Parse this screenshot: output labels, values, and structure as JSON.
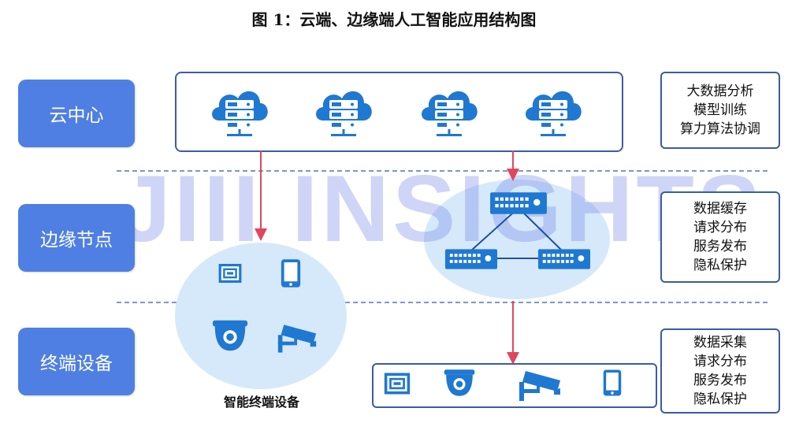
{
  "title": "图 1：云端、边缘端人工智能应用结构图",
  "watermark": "JIII INSIGHTS",
  "tiers": {
    "cloud": "云中心",
    "edge": "边缘节点",
    "terminal": "终端设备"
  },
  "edge_devices_caption": "智能终端设备",
  "info": {
    "cloud": [
      "大数据分析",
      "模型训练",
      "算力算法协调"
    ],
    "edge": [
      "数据缓存",
      "请求分布",
      "服务发布",
      "隐私保护"
    ],
    "terminal": [
      "数据采集",
      "请求分布",
      "服务发布",
      "隐私保护"
    ]
  },
  "colors": {
    "tier_fill": "#4f7fe2",
    "icon_blue": "#1f78d1",
    "arrow": "#e0465e",
    "border": "#3b5ba8",
    "circle": "#d6e9fb"
  },
  "icons": {
    "cloud_servers": [
      "cloud-server-icon",
      "cloud-server-icon",
      "cloud-server-icon",
      "cloud-server-icon"
    ],
    "edge_devices": [
      "card-reader-icon",
      "tablet-icon",
      "dome-camera-icon",
      "cctv-camera-icon"
    ],
    "edge_switches": [
      "network-switch-icon",
      "network-switch-icon",
      "network-switch-icon"
    ],
    "terminal_devices": [
      "card-reader-icon",
      "dome-camera-icon",
      "cctv-camera-icon",
      "tablet-icon"
    ]
  }
}
